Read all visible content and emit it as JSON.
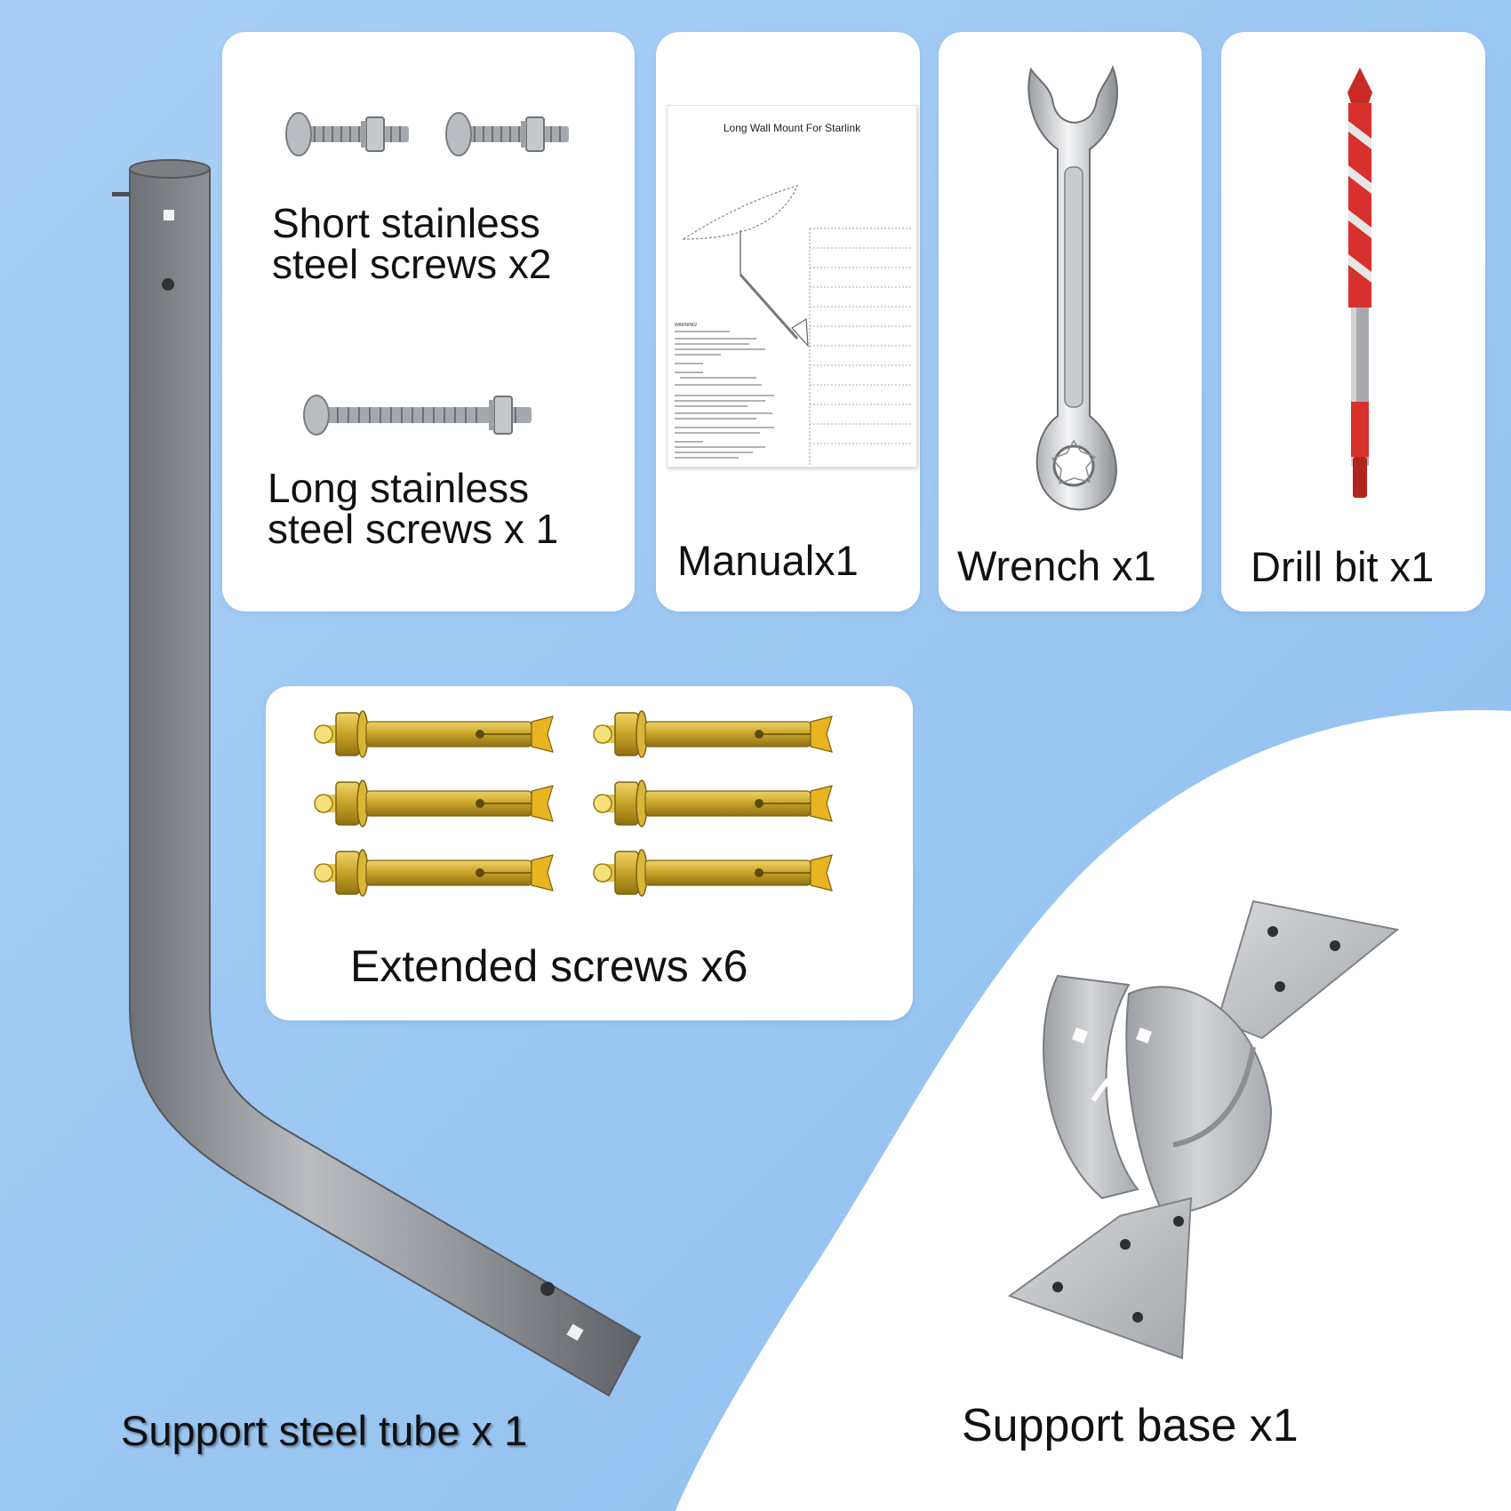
{
  "colors": {
    "background_blue": "#9cc7f3",
    "background_light": "#ffffff",
    "card": "#ffffff",
    "steel": "#8c8f94",
    "brass": "#c7a227",
    "drill_red": "#d8302c"
  },
  "items": {
    "short_screws": {
      "label": "Short stainless steel screws x2",
      "icon": "short-bolt-icon"
    },
    "long_screws": {
      "label": "Long stainless steel screws x 1",
      "icon": "long-bolt-icon"
    },
    "manual": {
      "label": "Manualx1",
      "doc_title": "Long Wall Mount For Starlink",
      "doc_heading": "WARNING!",
      "icon": "manual-icon"
    },
    "wrench": {
      "label": "Wrench x1",
      "icon": "wrench-icon"
    },
    "drill_bit": {
      "label": "Drill bit x1",
      "icon": "drill-bit-icon"
    },
    "extended_screws": {
      "label": "Extended screws x6",
      "icon": "anchor-bolt-icon"
    },
    "support_tube": {
      "label": "Support steel tube x 1",
      "icon": "steel-tube-icon"
    },
    "support_base": {
      "label": "Support base x1",
      "icon": "mount-base-icon"
    }
  }
}
